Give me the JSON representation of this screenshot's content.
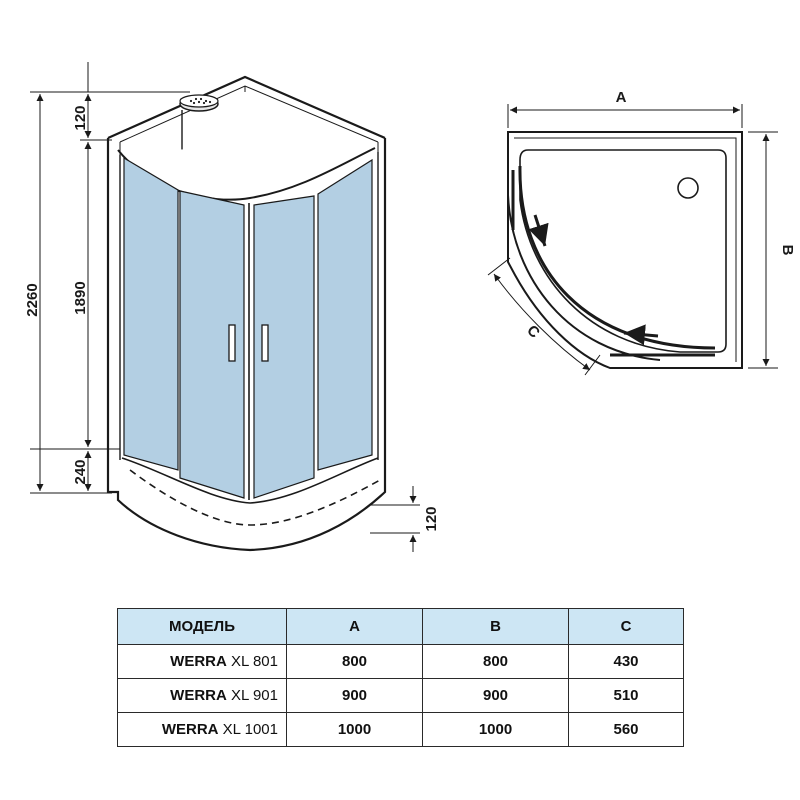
{
  "colors": {
    "glass": "#b3cfe3",
    "line": "#1a1a1a",
    "table_header": "#cde6f4"
  },
  "front_view": {
    "dim_total_height": "2260",
    "dim_top": "120",
    "dim_middle": "1890",
    "dim_bottom": "240",
    "dim_tray": "120"
  },
  "plan_view": {
    "label_a": "A",
    "label_b": "B",
    "label_c": "C"
  },
  "table": {
    "headers": [
      "МОДЕЛЬ",
      "A",
      "B",
      "C"
    ],
    "rows": [
      {
        "brand": "WERRA",
        "series": " XL 801",
        "a": "800",
        "b": "800",
        "c": "430"
      },
      {
        "brand": "WERRA",
        "series": " XL 901",
        "a": "900",
        "b": "900",
        "c": "510"
      },
      {
        "brand": "WERRA",
        "series": " XL 1001",
        "a": "1000",
        "b": "1000",
        "c": "560"
      }
    ]
  }
}
